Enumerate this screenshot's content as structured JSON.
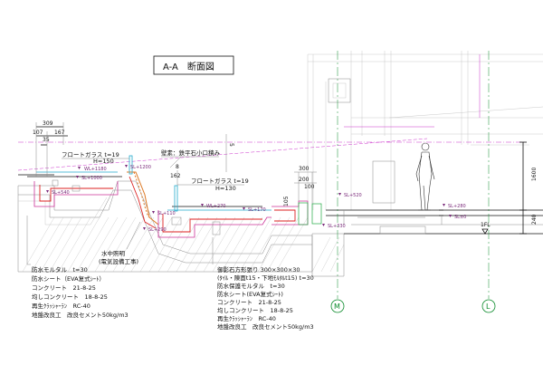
{
  "title": "A-A　断面図",
  "dimensions": {
    "d309": "309",
    "d107": "107",
    "d167": "167",
    "d35": "35",
    "d8": "8",
    "d162": "162",
    "d300": "300",
    "d200": "200",
    "d100": "100",
    "d105": "105",
    "d1600": "1600",
    "d240": "240",
    "d5": "5"
  },
  "notes": {
    "float_glass_1": "フロートガラス t=19",
    "float_glass_1_h": "H=150",
    "float_glass_2": "フロートガラス t=19",
    "float_glass_2_h": "H=130",
    "wall": "壁素：鉄平石小口積み",
    "underwater_light_1": "水中照明",
    "underwater_light_2": "(電気設備工事)"
  },
  "levels": {
    "wl1180": "WL+1180",
    "sl1200": "SL+1200",
    "sl1000": "SL+1000",
    "sl540": "SL+540",
    "wl270": "WL+270",
    "sl170": "SL+170",
    "sl290": "SL+290",
    "sl110": "SL+110",
    "sl520": "SL+520",
    "sl330": "SL+330",
    "sl280": "SL+280",
    "sl0": "SL±0",
    "fl": "1FL"
  },
  "legend_left": [
    "防水モルタル　t=30",
    "防水シート（EVA复式ｼｰﾄ）",
    "コンクリート　21-8-25",
    "均しコンクリート　18-8-25",
    "再生ｸﾗｯｼｬｰﾗﾝ　RC-40",
    "地盤改良工　改良セメント50kg/m3"
  ],
  "legend_right": [
    "御影石方形張り 300×300×30",
    "(ﾀｲﾙ・陳面t15・下地ﾓﾙﾀﾙt15) t=30",
    "防水保護モルタル　t=30",
    "防水シート(EVA复式ｼｰﾄ)",
    "コンクリート　21-8-25",
    "均しコンクリート　18-8-25",
    "再生ｸﾗｯｼｬｰﾗﾝ　RC-40",
    "地盤改良工　改良セメント50kg/m3"
  ],
  "grid_marks": {
    "m": "M",
    "l": "L"
  },
  "colors": {
    "pink": "#cc3399",
    "red": "#dd2222",
    "green": "#22aa44",
    "cyan": "#22aacc",
    "grid": "#0a8a2a",
    "orange": "#dd7722"
  }
}
